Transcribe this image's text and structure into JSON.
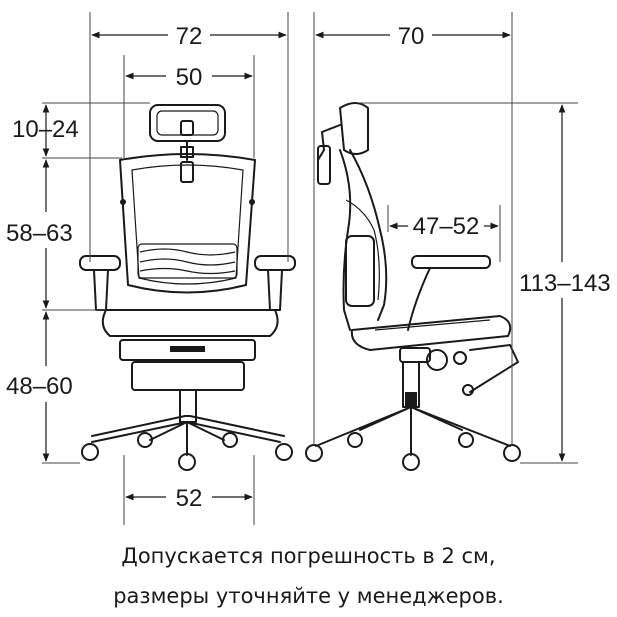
{
  "dimensions": {
    "front_total_width": "72",
    "front_back_width": "50",
    "headrest_adjust": "10–24",
    "back_height": "58–63",
    "seat_height": "48–60",
    "base_width": "52",
    "side_total_depth": "70",
    "seat_depth": "47–52",
    "total_height": "113–143"
  },
  "caption": {
    "line1": "Допускается погрешность в 2 см,",
    "line2": "размеры уточняйте у менеджеров."
  }
}
